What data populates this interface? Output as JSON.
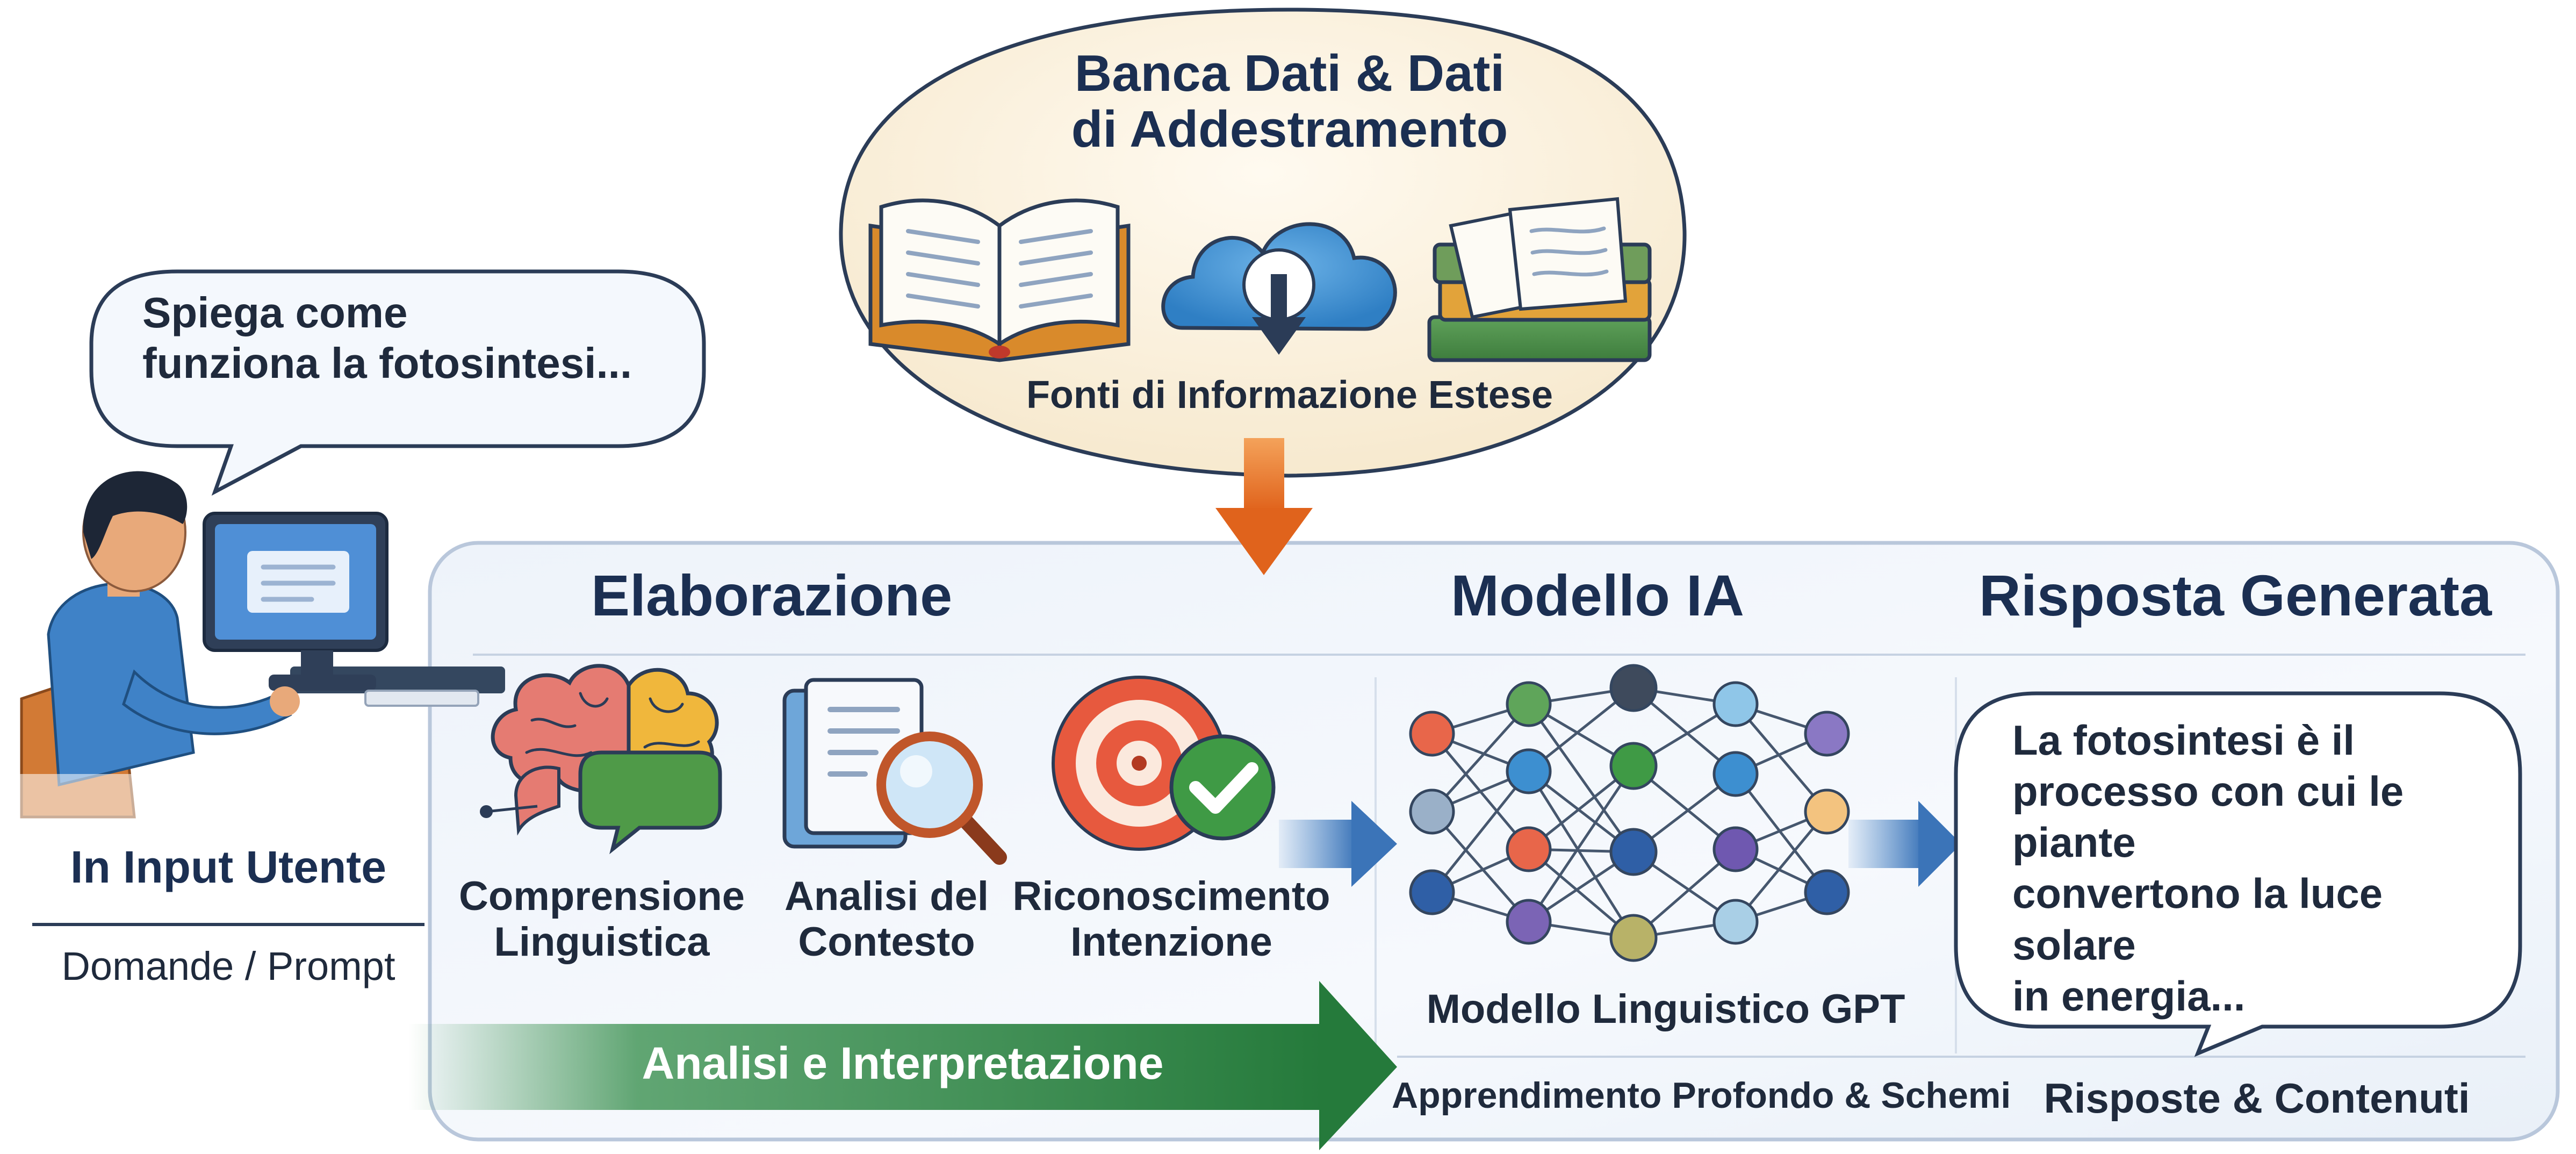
{
  "database": {
    "title_line1": "Banca Dati & Dati",
    "title_line2": "di Addestramento",
    "subtitle": "Fonti di Informazione Estese"
  },
  "user": {
    "speech_line1": "Spiega come",
    "speech_line2": "funziona la fotosintesi...",
    "title": "In Input Utente",
    "subtitle": "Domande / Prompt"
  },
  "processing": {
    "header": "Elaborazione",
    "steps": [
      {
        "line1": "Comprensione",
        "line2": "Linguistica"
      },
      {
        "line1": "Analisi del",
        "line2": "Contesto"
      },
      {
        "line1": "Riconoscimento",
        "line2": "Intenzione"
      }
    ],
    "arrow_label": "Analisi e Interpretazione"
  },
  "model": {
    "header": "Modello IA",
    "name": "Modello Linguistico GPT",
    "caption": "Apprendimento Profondo & Schemi"
  },
  "response": {
    "header": "Risposta Generata",
    "bubble_lines": [
      "La fotosintesi è il",
      "processo con cui le piante",
      "convertono la luce solare",
      "in energia..."
    ],
    "caption": "Risposte & Contenuti"
  },
  "colors": {
    "navy": "#1b2f52",
    "panel_border": "#b9c7db",
    "orange_arrow": "#e8772a",
    "blue_arrow": "#4a86c8",
    "green_arrow": "#2f8a45"
  }
}
